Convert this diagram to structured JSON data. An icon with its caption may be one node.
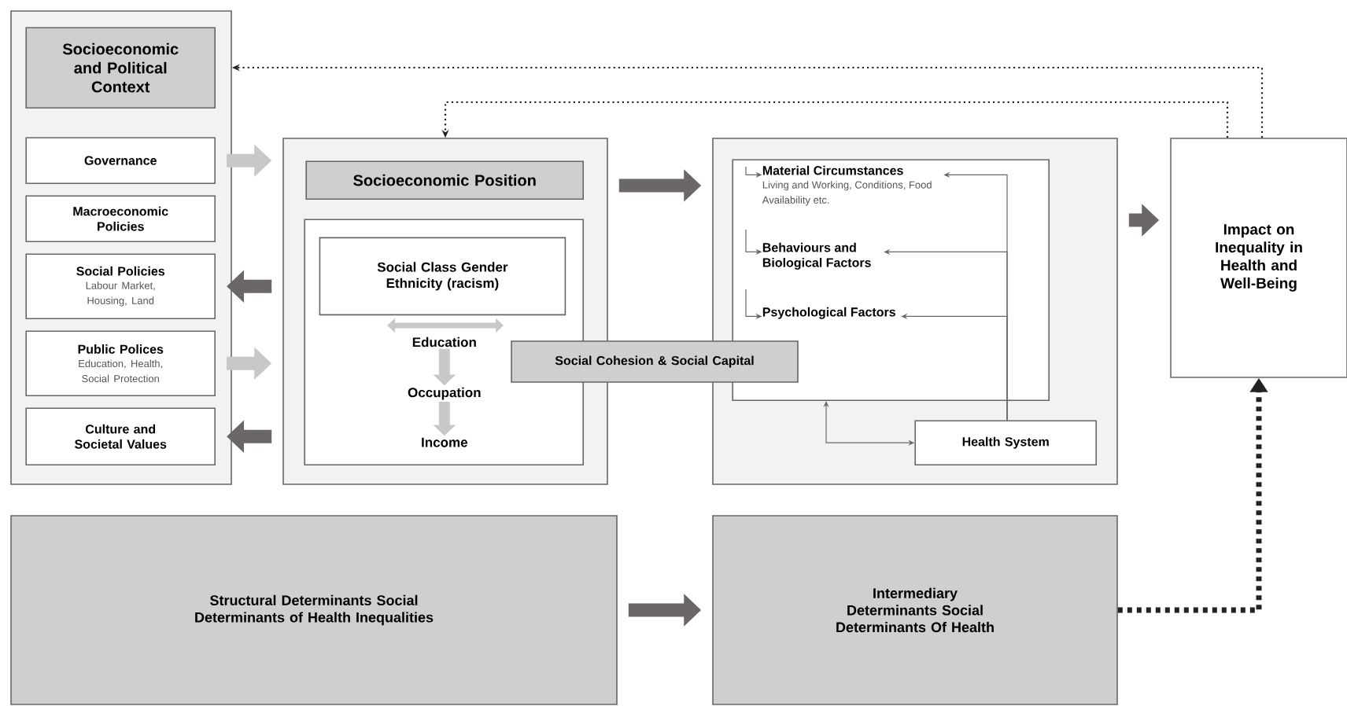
{
  "diagram": {
    "nodes": [
      {
        "text": [],
        "shape": "box"
      },
      {
        "text": [
          "Socioeconomic and Political Context"
        ],
        "in": 0
      },
      {
        "text": [
          "Governance"
        ],
        "in": 0
      },
      {
        "text": [
          "Macroeconomic Policies"
        ],
        "in": 0
      },
      {
        "text": [
          "Social Policies",
          "Labour Market, Housing, Land"
        ],
        "in": 0
      },
      {
        "text": [
          "Public Polices",
          "Education, Health, Social Protection"
        ],
        "in": 0
      },
      {
        "text": [
          "Culture and Societal Values"
        ],
        "in": 0
      },
      {
        "text": [],
        "shape": "box"
      },
      {
        "text": [
          "Socioeconomic Position"
        ],
        "in": 7
      },
      {
        "text": [],
        "shape": "box",
        "in": 7
      },
      {
        "text": [
          "Social Class Gender Ethnicity (racism)"
        ],
        "in": 9
      },
      {
        "text": [
          "Education"
        ],
        "in": 9
      },
      {
        "text": [
          "Occupation"
        ],
        "in": 9
      },
      {
        "text": [
          "Income"
        ],
        "in": 9
      },
      {
        "text": [
          "Social Cohesion & Social Capital"
        ]
      },
      {
        "text": [],
        "shape": "box"
      },
      {
        "text": [],
        "shape": "box",
        "in": 15
      },
      {
        "text": [
          "Material Circumstances",
          "Living and Working, Conditions, Food Availability etc."
        ],
        "in": 16
      },
      {
        "text": [
          "Behaviours and Biological Factors"
        ],
        "in": 16
      },
      {
        "text": [
          "Psychological Factors"
        ],
        "in": 16
      },
      {
        "text": [
          "Health System"
        ],
        "in": 15
      },
      {
        "text": [
          "Impact on Inequality in Health and Well-Being"
        ]
      },
      {
        "text": [
          "Structural Determinants Social Determinants of Health Inequalities"
        ]
      },
      {
        "text": [
          "Intermediary Determinants Social Determinants Of Health"
        ]
      }
    ],
    "edges": [
      {
        "from": 2,
        "to": 7,
        "arrow": "to",
        "style": "thick",
        "color": "#c8c8c8"
      },
      {
        "from": 7,
        "to": 4,
        "arrow": "to",
        "style": "thick"
      },
      {
        "from": 5,
        "to": 7,
        "arrow": "to",
        "style": "thick",
        "color": "#c8c8c8"
      },
      {
        "from": 7,
        "to": 6,
        "arrow": "to",
        "style": "thick"
      },
      {
        "from": 11,
        "to": 12,
        "arrow": "to",
        "style": "thick",
        "color": "#c8c8c8"
      },
      {
        "from": 12,
        "to": 13,
        "arrow": "to",
        "style": "thick",
        "color": "#c8c8c8"
      },
      {
        "from": 7,
        "to": 15,
        "arrow": "to",
        "style": "thick"
      },
      {
        "from": 15,
        "to": 21,
        "arrow": "to",
        "style": "thick"
      },
      {
        "from": 22,
        "to": 23,
        "arrow": "to",
        "style": "thick"
      },
      {
        "from": 16,
        "to": 20,
        "arrow": "both"
      },
      {
        "from": 20,
        "to": 17,
        "arrow": "to"
      },
      {
        "from": 20,
        "to": 18,
        "arrow": "to"
      },
      {
        "from": 20,
        "to": 19,
        "arrow": "to"
      },
      {
        "from": null,
        "to": 17,
        "arrow": "to"
      },
      {
        "from": null,
        "to": 18,
        "arrow": "to"
      },
      {
        "from": null,
        "to": 19,
        "arrow": "to"
      },
      {
        "from": 21,
        "to": 0,
        "arrow": "to",
        "style": "dashed",
        "color": "#222222"
      },
      {
        "from": 21,
        "to": 7,
        "arrow": "to",
        "style": "dashed",
        "color": "#222222"
      },
      {
        "from": 23,
        "to": 21,
        "arrow": "to",
        "style": "dashed",
        "color": "#222222"
      }
    ]
  }
}
